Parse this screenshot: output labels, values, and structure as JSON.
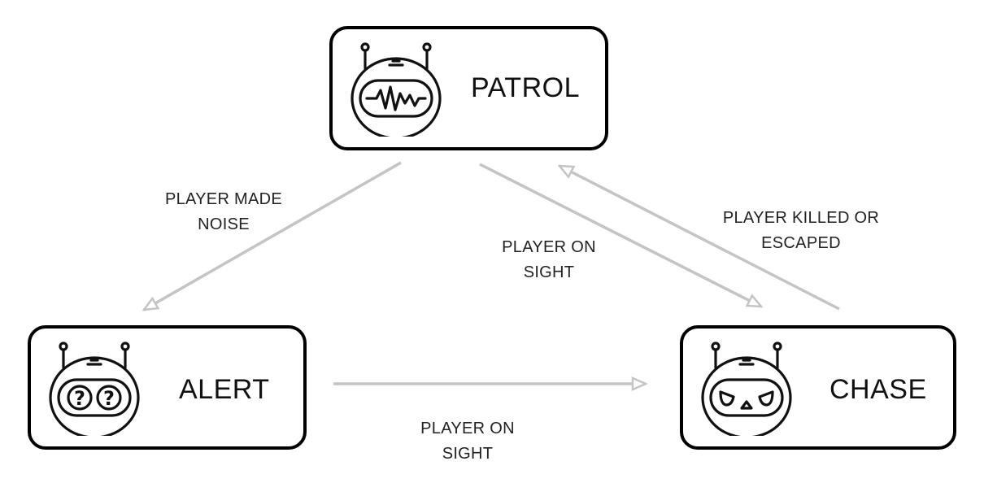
{
  "states": {
    "patrol": {
      "label": "PATROL",
      "icon": "robot-heartbeat-icon"
    },
    "alert": {
      "label": "ALERT",
      "icon": "robot-question-icon"
    },
    "chase": {
      "label": "CHASE",
      "icon": "robot-angry-icon"
    }
  },
  "transitions": {
    "patrol_to_alert": {
      "line1": "PLAYER MADE",
      "line2": "NOISE"
    },
    "patrol_to_chase": {
      "line1": "PLAYER ON",
      "line2": "SIGHT"
    },
    "chase_to_patrol": {
      "line1": "PLAYER KILLED OR",
      "line2": "ESCAPED"
    },
    "alert_to_chase": {
      "line1": "PLAYER ON",
      "line2": "SIGHT"
    }
  },
  "colors": {
    "box_border": "#000000",
    "arrow": "#c4c4c4",
    "text": "#111111"
  }
}
